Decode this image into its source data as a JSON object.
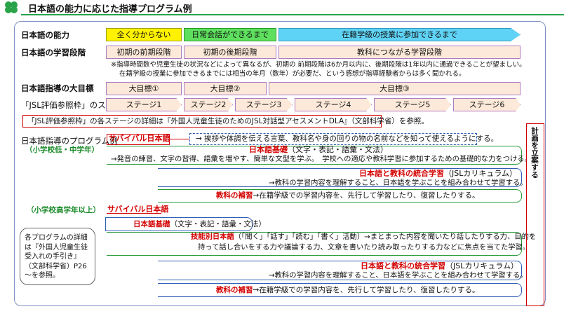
{
  "title": "日本語の能力に応じた指導プログラム例",
  "rows": {
    "ability": {
      "label": "日本語の能力",
      "cells": [
        "全く分からない",
        "日常会話ができるまで",
        "在籍学級の授業に参加できるまで"
      ]
    },
    "stage": {
      "label": "日本語の学習段階",
      "cells": [
        "初期の前期段階",
        "初期の後期段階",
        "教科につながる学習段階"
      ]
    },
    "notes": [
      "※指導時間数や児童生徒の状況などによって異なるが、初期の 前期段階は6か月以内に、後期段階は1年以内に通過できることが望ましい。",
      "在籍学級の授業に参加できるまでには相当の年月（数年）が必要だ、という感想が指導経験者からは多く聞かれる。"
    ],
    "goal": {
      "label": "日本語指導の大目標",
      "cells": [
        "大目標①",
        "大目標②",
        "大目標③"
      ]
    },
    "jsl": {
      "label": "「JSL評価参照枠」のステージ",
      "stages": [
        "ステージ1",
        "ステージ2",
        "ステージ3",
        "ステージ4",
        "ステージ5",
        "ステージ6"
      ],
      "note": "「JSL評価参照枠」の各ステージの詳細は『外国人児童生徒のためのJSL対話型アセスメントDLA』（文部科学省）を参照。"
    }
  },
  "program": {
    "label": "日本語指導のプログラム例",
    "elem_label": "（小学校低・中学年）",
    "upper_label": "（小学校高学年以上）",
    "details_note": "各プログラムの詳細は『外国人児童生徒受入れの手引き』（文部科学省）P26～を参照。",
    "elem": {
      "survival_title": "サバイバル日本語",
      "survival_desc": "→ 挨拶や体調を伝える言葉、教科名や身の回りの物の名前などを知って使えるようにする。",
      "basic_title": "日本語基礎",
      "basic_sub": "（文字・表記・語彙・文法）",
      "basic_desc": "→発音の練習、文字の習得、語彙を増やす、簡単な文型を学ぶ。　学校への適応や教科学習に参加するための基礎的な力をつける。",
      "integ_title": "日本語と教科の統合学習",
      "integ_sub": "（JSLカリキュラム）",
      "integ_desc": "→教科の学習内容を理解すること、日本語を学ぶことを組み合わせて学習する。",
      "supp_title": "教科の補習",
      "supp_desc": "→在籍学級での学習内容を、先行して学習したり、復習したりする。"
    },
    "upper": {
      "survival_title": "サバイバル日本語",
      "basic_title": "日本語基礎",
      "basic_sub": "（文字・表記・語彙・文法）",
      "skill_title": "技能別日本語",
      "skill_sub": "（「聞く」「話す」「読む」「書く」活動）",
      "skill_desc1": "→まとまった内容を聞いたり話したりする力、目的を",
      "skill_desc2": "持って話し合いをする力や議論する力、文章を書いたり読み取ったりする力などに焦点を当てた学習。",
      "integ_title": "日本語と教科の統合学習",
      "integ_sub": "（JSLカリキュラム）",
      "integ_desc": "→教科の学習内容を理解すること、日本語を学ぶことを組み合わせて学習する。",
      "supp_title": "教科の補習",
      "supp_desc": "→在籍学級での学習内容を、先行して学習したり、復習したりする。"
    }
  },
  "side_note": "★各プログラムを効果的に組み合わせ、一時間の指導計画を立案する",
  "colors": {
    "yellow": "#fff200",
    "green": "#5ee05e",
    "cyan": "#5fd3f5",
    "pink": "#fde9d9",
    "red": "#d40000"
  }
}
